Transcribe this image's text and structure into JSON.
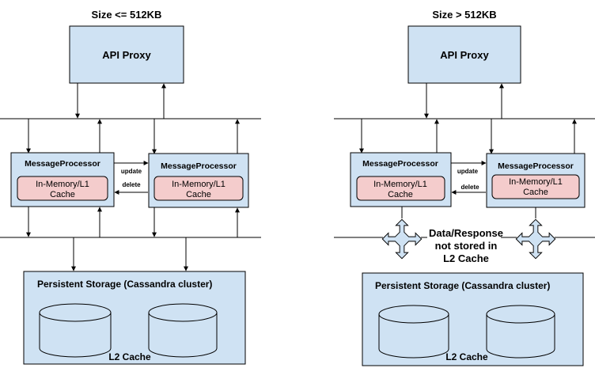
{
  "panels": [
    {
      "title": "Size <= 512KB",
      "api_proxy": "API Proxy",
      "processors": [
        {
          "name": "MessageProcessor",
          "cache_line1": "In-Memory/L1",
          "cache_line2": "Cache"
        },
        {
          "name": "MessageProcessor",
          "cache_line1": "In-Memory/L1",
          "cache_line2": "Cache"
        }
      ],
      "sync": {
        "update": "update",
        "delete": "delete"
      },
      "storage_title": "Persistent Storage (Cassandra cluster)",
      "l2_label": "L2 Cache"
    },
    {
      "title": "Size > 512KB",
      "api_proxy": "API Proxy",
      "processors": [
        {
          "name": "MessageProcessor",
          "cache_line1": "In-Memory/L1",
          "cache_line2": "Cache"
        },
        {
          "name": "MessageProcessor",
          "cache_line1": "In-Memory/L1",
          "cache_line2": "Cache"
        }
      ],
      "sync": {
        "update": "update",
        "delete": "delete"
      },
      "blocked_note": [
        "Data/Response",
        "not stored in",
        "L2 Cache"
      ],
      "storage_title": "Persistent Storage (Cassandra cluster)",
      "l2_label": "L2 Cache"
    }
  ],
  "colors": {
    "box_fill": "#cfe2f3",
    "cache_fill": "#f4cccc",
    "line": "#000000"
  },
  "icons": [
    "arrow-icon",
    "blocked-cross-icon",
    "database-cylinder-icon"
  ]
}
